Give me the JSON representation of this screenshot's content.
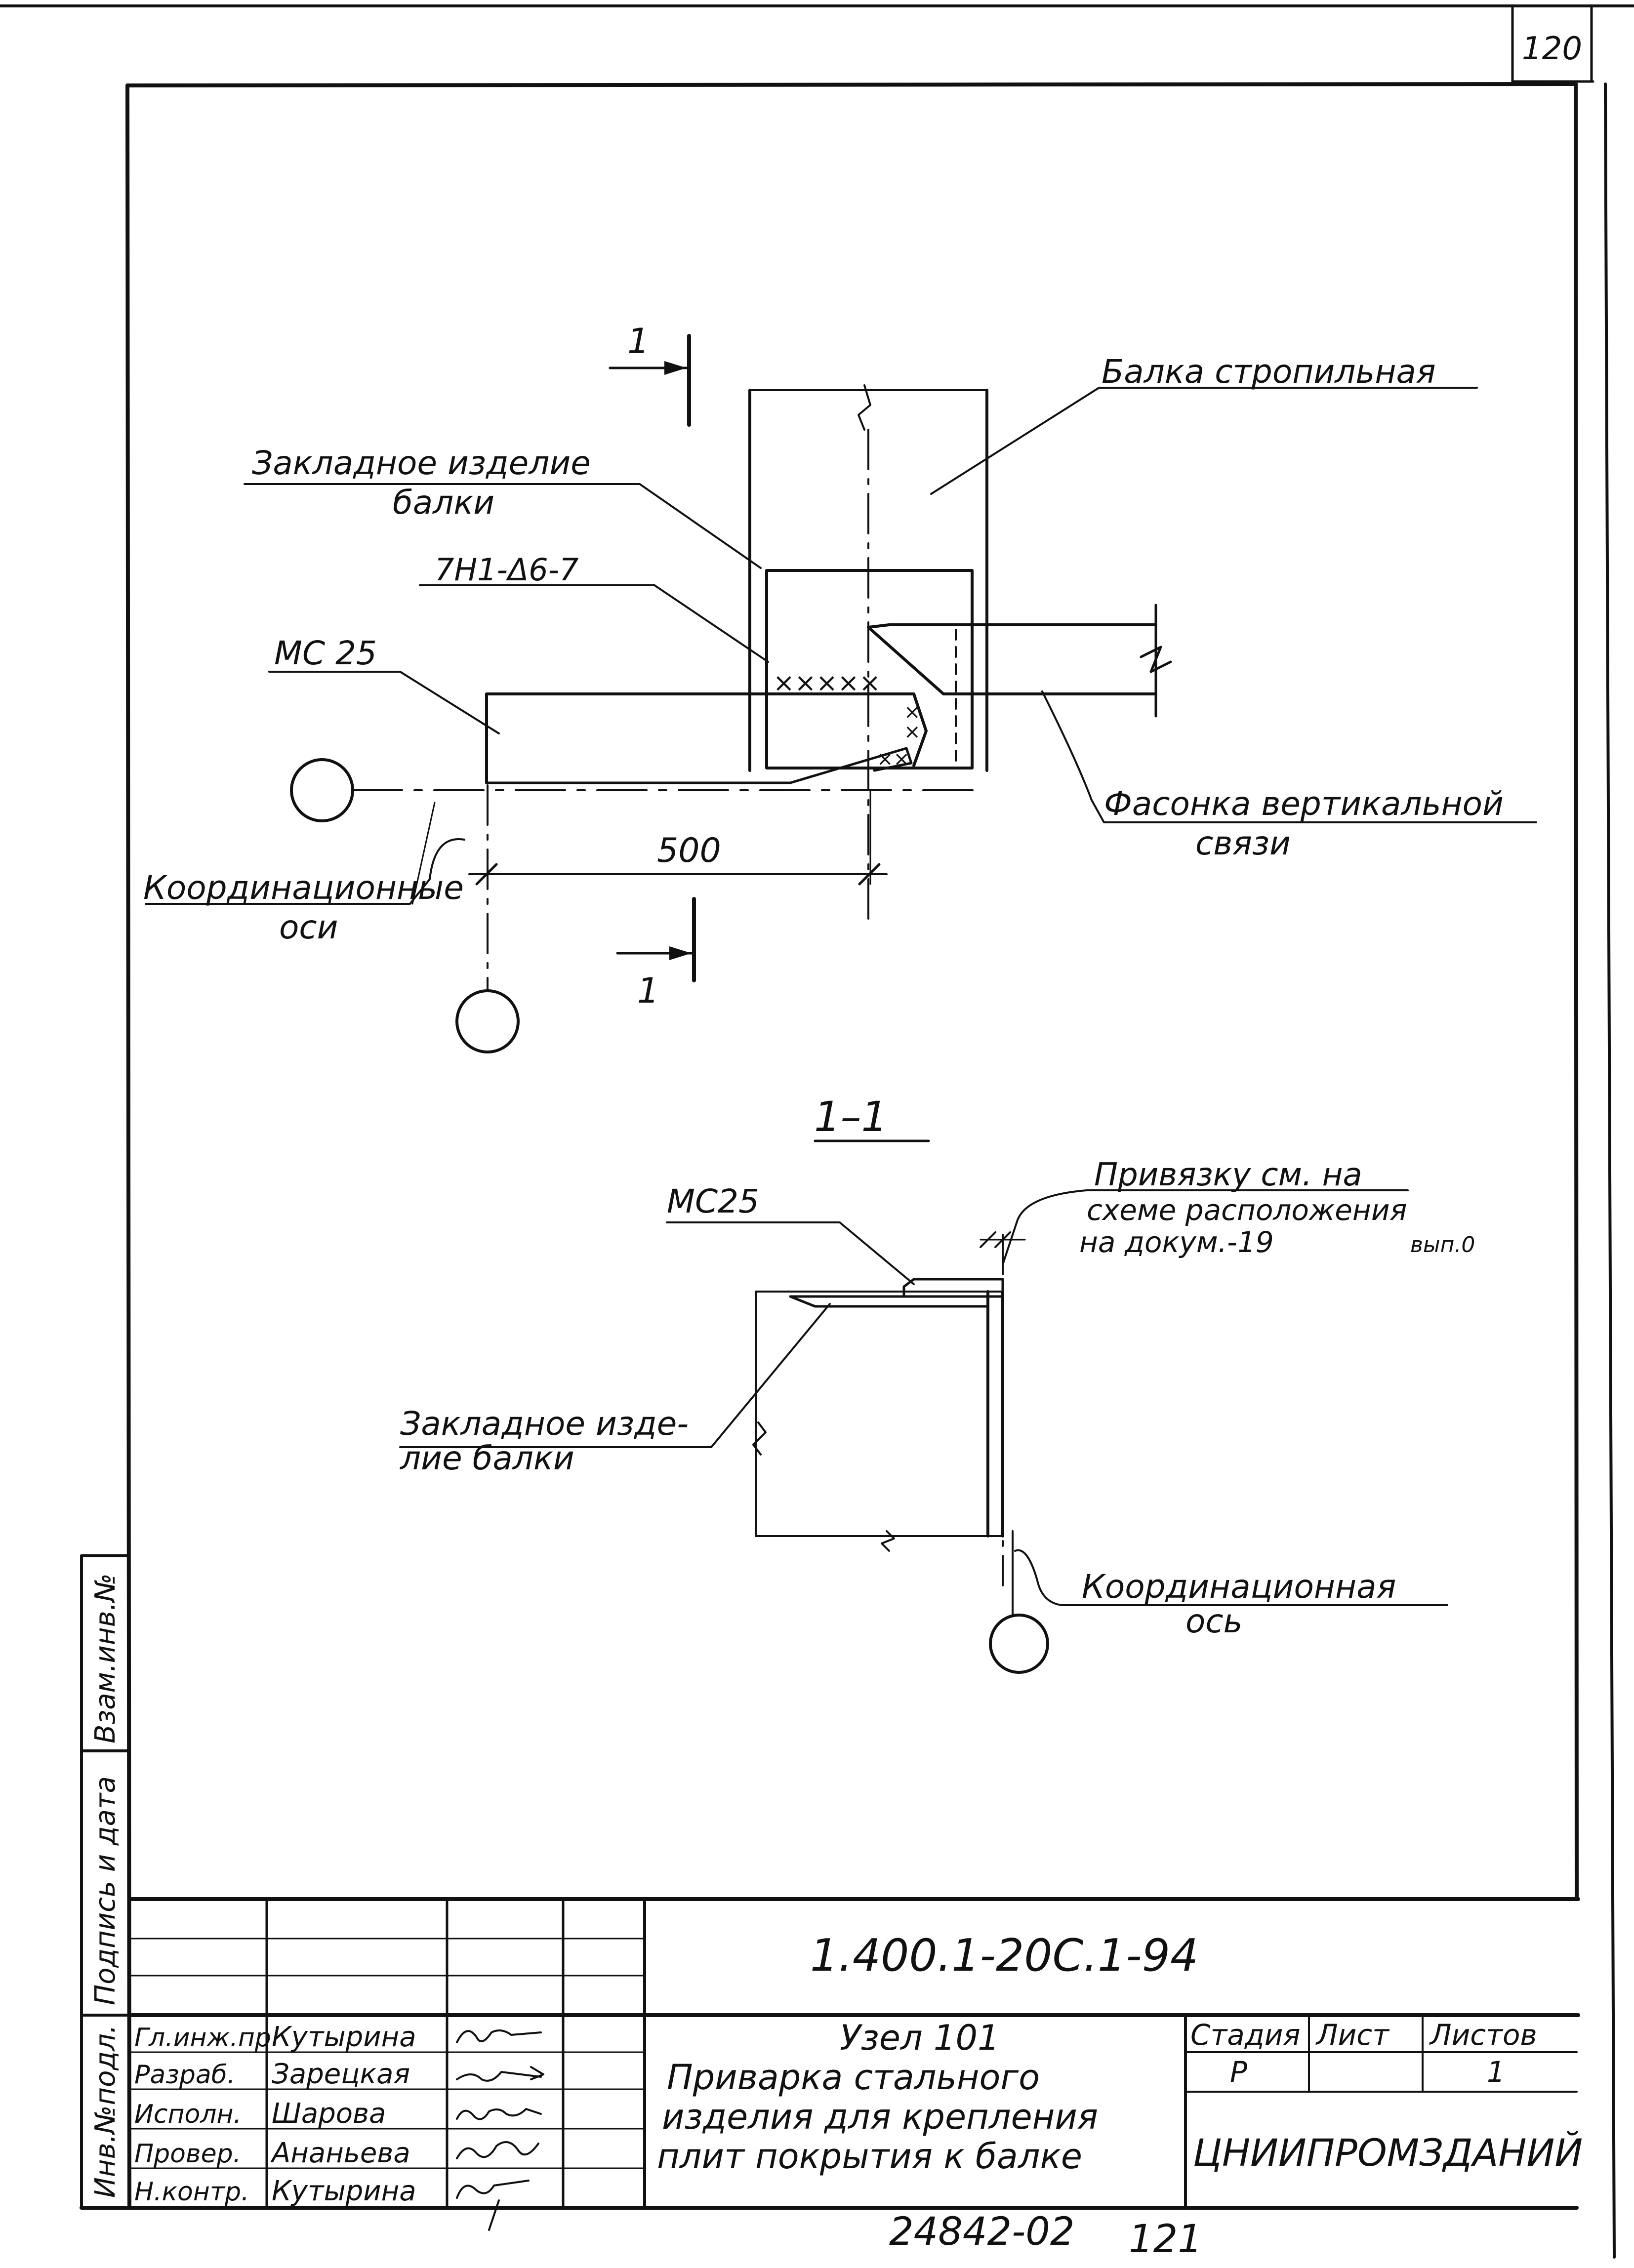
{
  "sheet": {
    "page_number": "120",
    "bottom_number": "24842-02",
    "bottom_page": "121"
  },
  "plan": {
    "section_mark": "1",
    "beam_label": "Балка стропильная",
    "embed_label_1": "Закладное изделие",
    "embed_label_2": "балки",
    "weld_label": "7Н1-Δ6-7",
    "mc_label": "МС 25",
    "gusset_label_1": "Фасонка вертикальной",
    "gusset_label_2": "связи",
    "axes_label_1": "Координационные",
    "axes_label_2": "оси",
    "dimension": "500"
  },
  "section": {
    "title": "1–1",
    "mc_label": "МС25",
    "ref_1": "Привязку см. на",
    "ref_2": "схеме расположения",
    "ref_3": "на докум.-19",
    "ref_4": "вып.0",
    "embed_label_1": "Закладное изде-",
    "embed_label_2": "лие  балки",
    "axis_label_1": "Координационная",
    "axis_label_2": "ось"
  },
  "side_stamp": {
    "col1": "Инв.№подл.",
    "col2": "Подпись и дата",
    "col3": "Взам.инв.№"
  },
  "title_block": {
    "doc_code": "1.400.1-20С.1-94",
    "node": "Узел 101",
    "title_1": "Приварка стального",
    "title_2": "изделия для крепления",
    "title_3": "плит покрытия к балке",
    "stage_hdr": "Стадия",
    "sheet_hdr": "Лист",
    "sheets_hdr": "Листов",
    "stage": "Р",
    "sheets": "1",
    "org": "ЦНИИПРОМЗДАНИЙ",
    "roles": [
      "Гл.инж.пр.",
      "Разраб.",
      "Исполн.",
      "Провер.",
      "Н.контр."
    ],
    "names": [
      "Кутырина",
      "Зарецкая",
      "Шарова",
      "Ананьева",
      "Кутырина"
    ]
  }
}
